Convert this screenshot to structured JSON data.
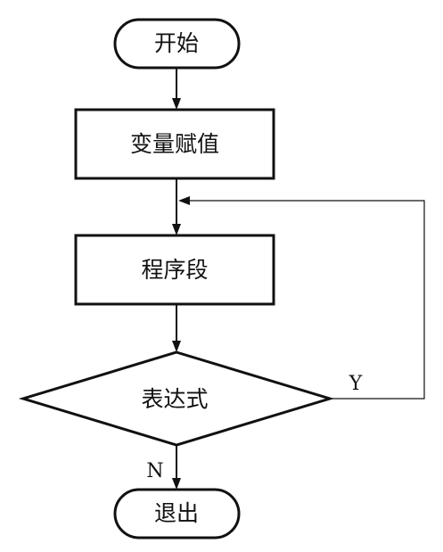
{
  "flowchart": {
    "start": "开始",
    "assign": "变量赋值",
    "segment": "程序段",
    "condition": "表达式",
    "yes": "Y",
    "no": "N",
    "exit": "退出"
  }
}
